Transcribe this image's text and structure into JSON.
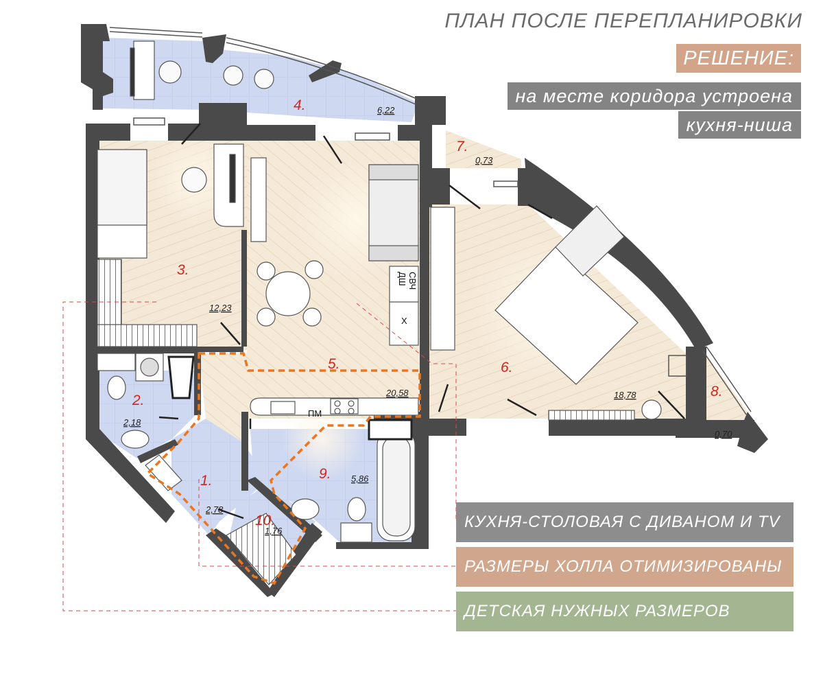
{
  "header": {
    "title": "ПЛАН ПОСЛЕ ПЕРЕПЛАНИРОВКИ",
    "solution": "РЕШЕНИЕ:",
    "note_line1": "на месте коридора устроена",
    "note_line2": "кухня-ниша"
  },
  "rooms": [
    {
      "number": "1.",
      "area": "2,78"
    },
    {
      "number": "2.",
      "area": "2,18"
    },
    {
      "number": "3.",
      "area": "12,23"
    },
    {
      "number": "4.",
      "area": "6,22"
    },
    {
      "number": "5.",
      "area": "20,58"
    },
    {
      "number": "6.",
      "area": "18,78"
    },
    {
      "number": "7.",
      "area": "0,73"
    },
    {
      "number": "8.",
      "area": "0,70"
    },
    {
      "number": "9.",
      "area": "5,86"
    },
    {
      "number": "10.",
      "area": "1,76"
    }
  ],
  "fixtures": {
    "dishwasher": "ДШ",
    "microwave": "СВЧ",
    "fridge": "Х",
    "dishwasher_under": "ПМ"
  },
  "labels": {
    "kitchen": "КУХНЯ-СТОЛОВАЯ С ДИВАНОМ И TV",
    "hall": "РАЗМЕРЫ ХОЛЛА ОТИМИЗИРОВАНЫ",
    "child": "ДЕТСКАЯ НУЖНЫХ РАЗМЕРОВ"
  },
  "colors": {
    "wall": "#4a4a4a",
    "wood": "#f3e6d2",
    "tile": "#cdd7f0",
    "accent_orange": "#e87722",
    "label_grey": "#8d8d8d",
    "label_peach": "#d0a68c",
    "label_green": "#a4b592",
    "room_number": "#d1251f"
  }
}
